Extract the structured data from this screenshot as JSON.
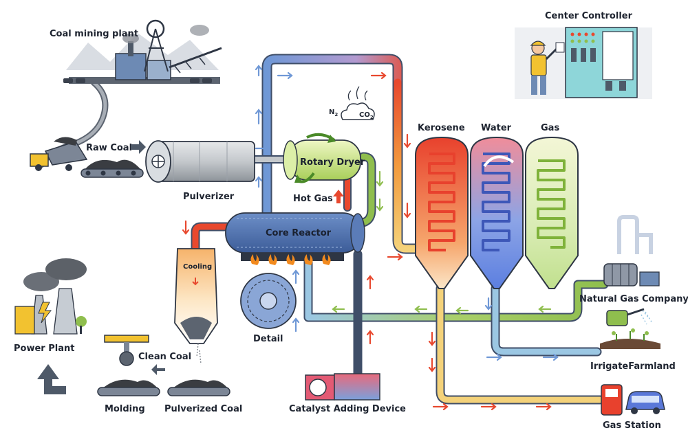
{
  "labels": {
    "coal_mining_plant": "Coal mining plant",
    "raw_coal": "Raw Coal",
    "pulverizer": "Pulverizer",
    "rotary_dryer": "Rotary Dryer",
    "hot_gas": "Hot Gas",
    "core_reactor": "Core Reactor",
    "cooling": "Cooling",
    "detail": "Detail",
    "clean_coal": "Clean Coal",
    "molding": "Molding",
    "pulverized_coal": "Pulverized Coal",
    "power_plant": "Power Plant",
    "catalyst_adding_device": "Catalyst Adding Device",
    "kerosene": "Kerosene",
    "water": "Water",
    "gas": "Gas",
    "center_controller": "Center  Controller",
    "natural_gas_company": "Natural Gas Company",
    "irrigate_farmland": "IrrigateFarmland",
    "gas_station": "Gas Station",
    "n2": "N",
    "n2_sub": "2",
    "co2": "CO",
    "co2_sub": "2"
  },
  "colors": {
    "pipe_blue": "#6f98d6",
    "pipe_green": "#8fbe4e",
    "pipe_red": "#e8482e",
    "pipe_yellow": "#f4d27a",
    "kerosene": "#f0573a",
    "water": "#5a78d8",
    "gas": "#8cc24a",
    "reactor": "#4a6fae",
    "machine_grey": "#9aa0a8"
  },
  "icons": [
    "coal-mine-icon",
    "dump-truck-icon",
    "conveyor-coal-icon",
    "pulverizer-drum-icon",
    "rotary-dryer-icon",
    "smoke-cloud-icon",
    "core-reactor-icon",
    "flame-icon",
    "cooling-tower-icon",
    "detail-wheel-icon",
    "molding-press-icon",
    "power-plant-icon",
    "return-arrow-icon",
    "catalyst-device-icon",
    "operator-icon",
    "control-panel-icon",
    "gas-tank-icon",
    "watering-can-icon",
    "fuel-pump-icon",
    "car-icon"
  ]
}
